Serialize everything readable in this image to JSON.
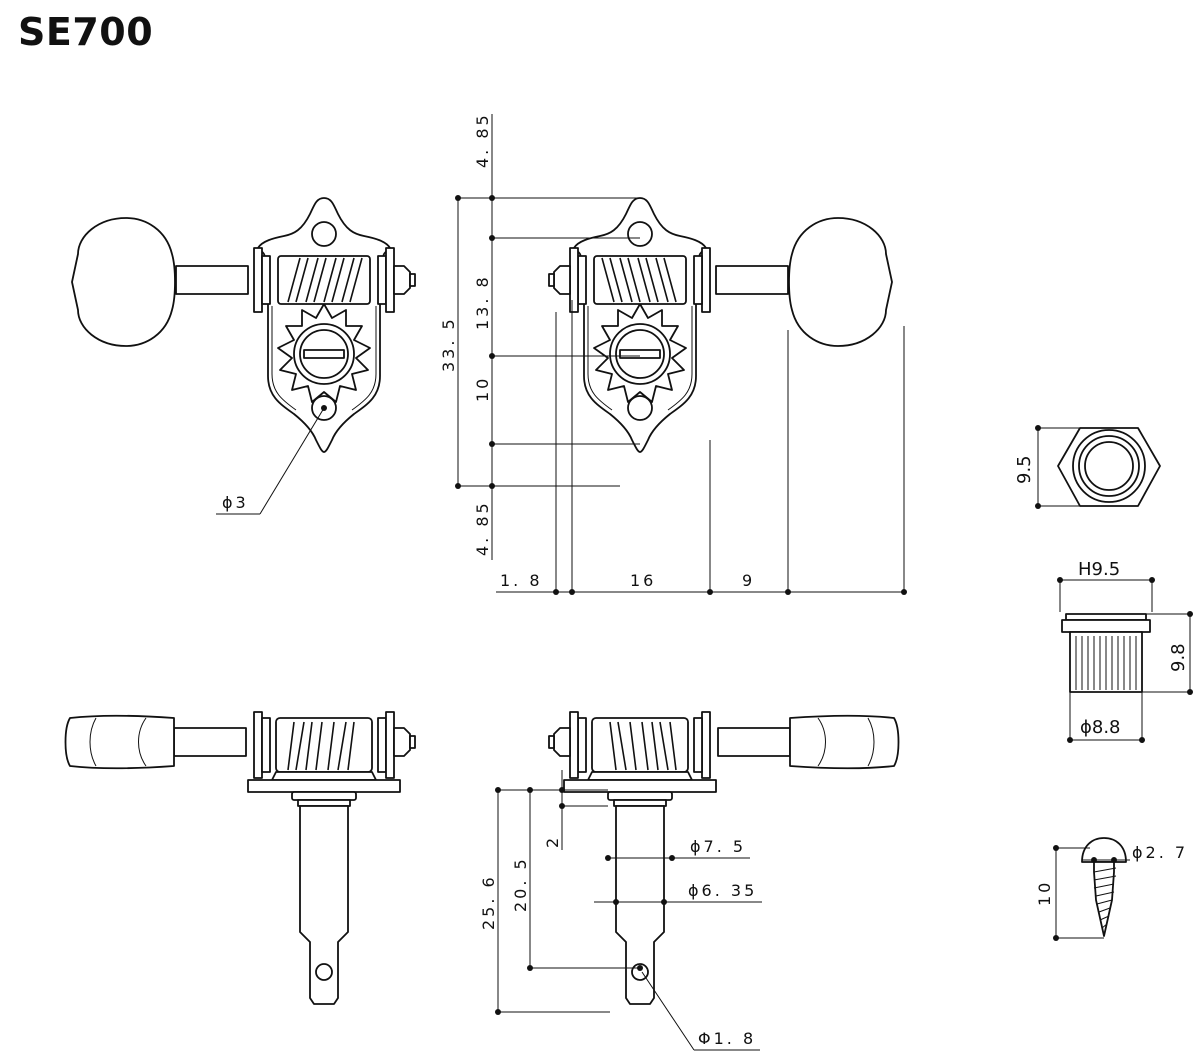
{
  "title": "SE700",
  "dims": {
    "front_hole_dia": "ϕ3",
    "top_offset": "4. 85",
    "gear_to_hole": "13. 8",
    "height_total": "33. 5",
    "hole_spacing": "10",
    "bottom_offset": "4. 85",
    "offset_left": "1. 8",
    "width_body": "16",
    "button_len": "9",
    "nut_hex": "9.5",
    "bushing_head": "H9.5",
    "bushing_height": "9.8",
    "bushing_dia": "ϕ8.8",
    "post_length": "25. 6",
    "post_to_hole": "20. 5",
    "washer": "2",
    "post_dia_upper": "ϕ7. 5",
    "post_dia_lower": "ϕ6. 35",
    "string_hole_dia": "Φ1. 8",
    "screw_dia": "ϕ2. 7",
    "screw_length": "10"
  }
}
